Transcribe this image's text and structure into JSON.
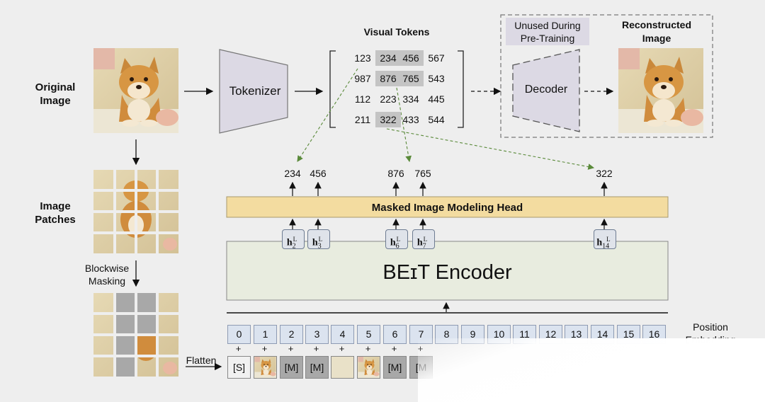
{
  "labels": {
    "original_image": "Original\nImage",
    "tokenizer": "Tokenizer",
    "visual_tokens": "Visual Tokens",
    "unused": "Unused During\nPre-Training",
    "decoder": "Decoder",
    "reconstructed_image": "Reconstructed\nImage",
    "image_patches": "Image\nPatches",
    "blockwise_masking": "Blockwise\nMasking",
    "flatten": "Flatten",
    "mim_head": "Masked Image Modeling Head",
    "encoder": "BEɪT Encoder",
    "position_embedding": "Position\nEmbedding"
  },
  "token_grid": [
    [
      "123",
      "234",
      "456",
      "567"
    ],
    [
      "987",
      "876",
      "765",
      "543"
    ],
    [
      "112",
      "223",
      "334",
      "445"
    ],
    [
      "211",
      "322",
      "433",
      "544"
    ]
  ],
  "outputs": [
    "234",
    "456",
    "876",
    "765",
    "322"
  ],
  "hidden_states": [
    {
      "base": "h",
      "sup": "L",
      "sub": "2"
    },
    {
      "base": "h",
      "sup": "L",
      "sub": "3"
    },
    {
      "base": "h",
      "sup": "L",
      "sub": "6"
    },
    {
      "base": "h",
      "sup": "L",
      "sub": "7"
    },
    {
      "base": "h",
      "sup": "L",
      "sub": "14"
    }
  ],
  "positions": [
    "0",
    "1",
    "2",
    "3",
    "4",
    "5",
    "6",
    "7",
    "8",
    "9",
    "10",
    "11",
    "12",
    "13",
    "14",
    "15",
    "16"
  ],
  "plus_sign": "+",
  "embeddings": [
    "[S]",
    "",
    "[M]",
    "[M]",
    "",
    "",
    "[M]",
    "[M"
  ],
  "colors": {
    "background": "#eeeeee",
    "tokenizer_fill": "#dcd9e4",
    "head_fill": "#f3dca0",
    "encoder_fill": "#e8ecdf",
    "position_fill": "#dbe3ef",
    "mask_fill": "#a8a8a8",
    "highlight_token": "#c4c4c4",
    "dashed_arrow": "#5a8a3a"
  }
}
